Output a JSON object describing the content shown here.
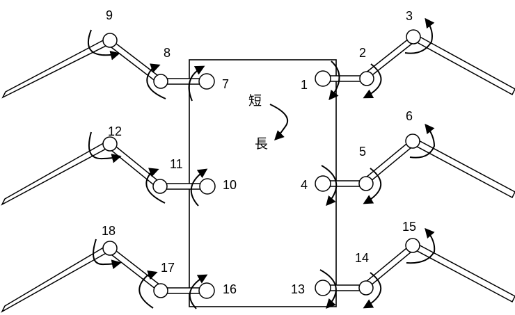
{
  "joint_labels": {
    "j1": "1",
    "j2": "2",
    "j3": "3",
    "j4": "4",
    "j5": "5",
    "j6": "6",
    "j7": "7",
    "j8": "8",
    "j9": "9",
    "j10": "10",
    "j11": "11",
    "j12": "12",
    "j13": "13",
    "j14": "14",
    "j15": "15",
    "j16": "16",
    "j17": "17",
    "j18": "18"
  },
  "direction": {
    "short_label": "短",
    "long_label": "長"
  }
}
